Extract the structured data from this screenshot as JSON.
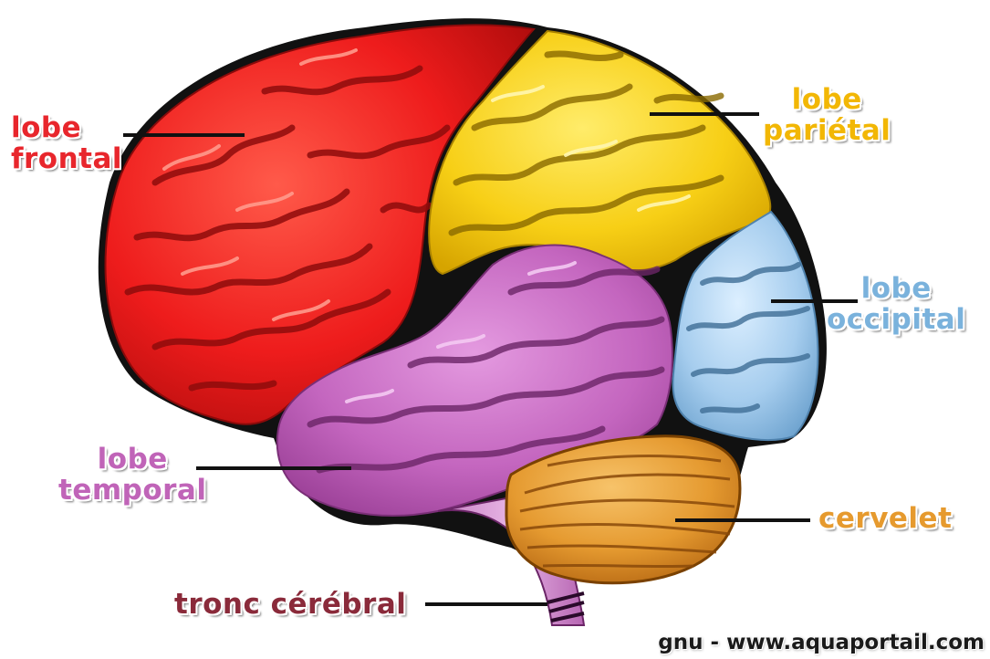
{
  "labels": {
    "frontal": {
      "line1": "lobe",
      "line2": "frontal",
      "color": "#e8262c"
    },
    "parietal": {
      "line1": "lobe",
      "line2": "pariétal",
      "color": "#f2b705"
    },
    "occipital": {
      "line1": "lobe",
      "line2": "occipital",
      "color": "#7ab2dc"
    },
    "temporal": {
      "line1": "lobe",
      "line2": "temporal",
      "color": "#c064b8"
    },
    "cervelet": {
      "text": "cervelet",
      "color": "#e69a2e"
    },
    "tronc": {
      "text": "tronc cérébral",
      "color": "#8a2a3a"
    }
  },
  "credit": "gnu - www.aquaportail.com",
  "colors": {
    "frontal_lobe": "#f02828",
    "parietal_lobe": "#f7d21e",
    "temporal_lobe": "#c86bc3",
    "occipital_lobe": "#a9d0ee",
    "cerebellum": "#e8a23a",
    "brainstem": "#d59ad2",
    "outline": "#111111"
  }
}
